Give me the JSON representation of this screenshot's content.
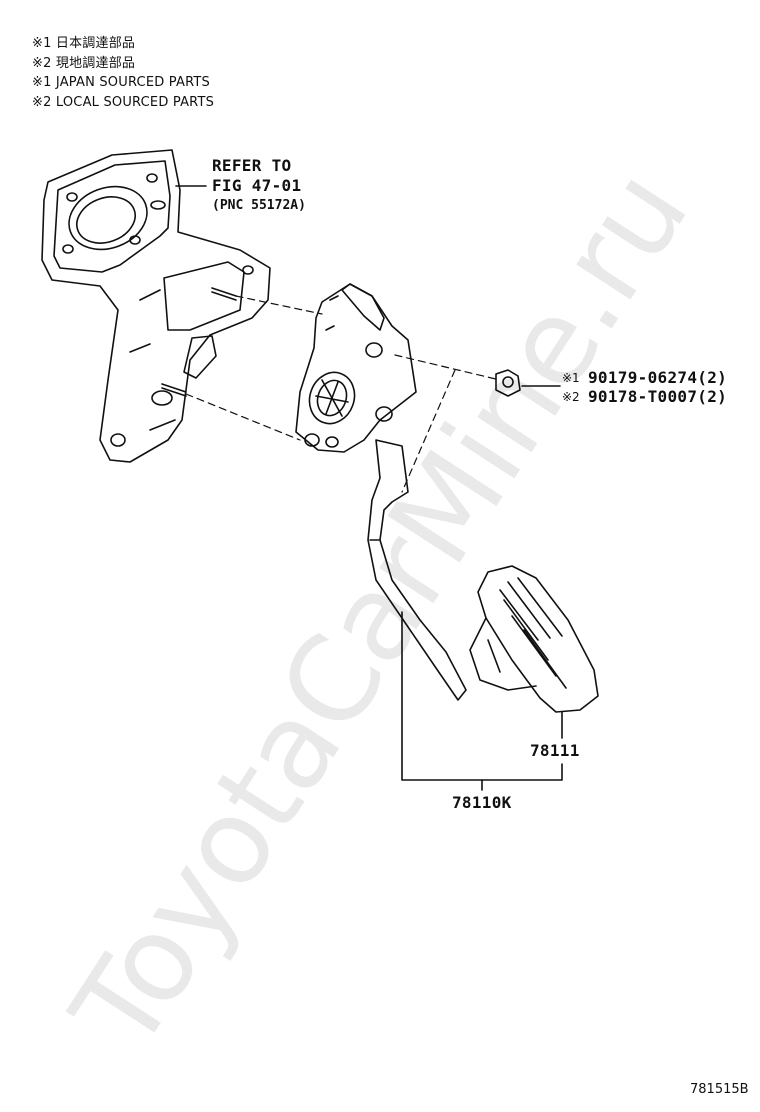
{
  "legend": {
    "line1": "※1 日本調達部品",
    "line2": "※2 現地調達部品",
    "line3": "※1 JAPAN SOURCED PARTS",
    "line4": "※2 LOCAL SOURCED PARTS"
  },
  "refer": {
    "line1": "REFER TO",
    "line2": "FIG 47-01",
    "line3": "(PNC 55172A)"
  },
  "nut_parts": [
    {
      "mark": "※1",
      "number": "90179-06274(2)"
    },
    {
      "mark": "※2",
      "number": "90178-T0007(2)"
    }
  ],
  "pad_label": "78111",
  "assembly_label": "78110K",
  "illustration_number": "781515B",
  "watermark": "ToyotaCarMine.ru"
}
